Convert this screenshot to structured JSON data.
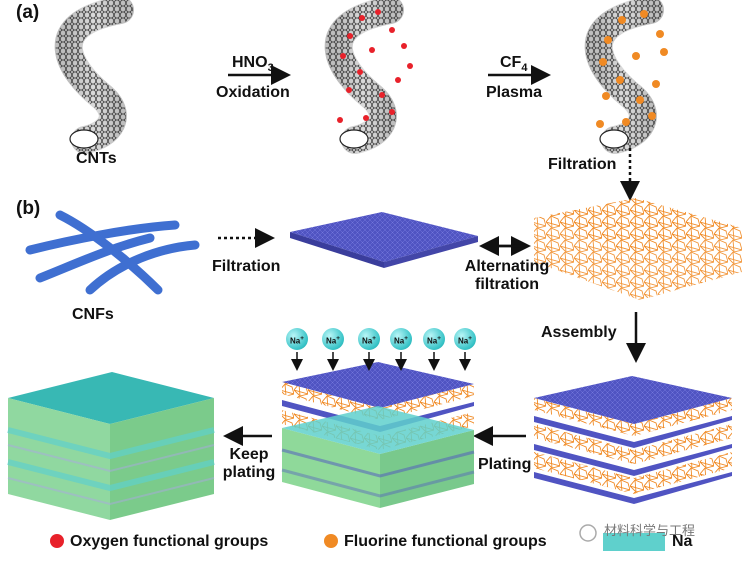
{
  "panels": {
    "a": "(a)",
    "b": "(b)"
  },
  "labels": {
    "cnts": "CNTs",
    "hno3": "HNO",
    "hno3_sub": "3",
    "oxidation": "Oxidation",
    "cf4": "CF",
    "cf4_sub": "4",
    "plasma": "Plasma",
    "filtration_a": "Filtration",
    "cnfs": "CNFs",
    "filtration_b": "Filtration",
    "alternating_1": "Alternating",
    "alternating_2": "filtration",
    "assembly": "Assembly",
    "plating": "Plating",
    "keep_1": "Keep",
    "keep_2": "plating"
  },
  "ion_label": "Na",
  "ion_sup": "+",
  "legend": {
    "oxygen": "Oxygen functional groups",
    "fluorine": "Fluorine functional groups",
    "na": "Na"
  },
  "watermark": "材料科学与工程",
  "colors": {
    "oxygen": "#e8212a",
    "fluorine": "#f08a24",
    "cnf": "#3f6fd1",
    "cnf_film": "#5659c4",
    "fluorine_net": "#f0962e",
    "sodium": "#5fd0cc",
    "sodium_green": "#8fd99a"
  }
}
